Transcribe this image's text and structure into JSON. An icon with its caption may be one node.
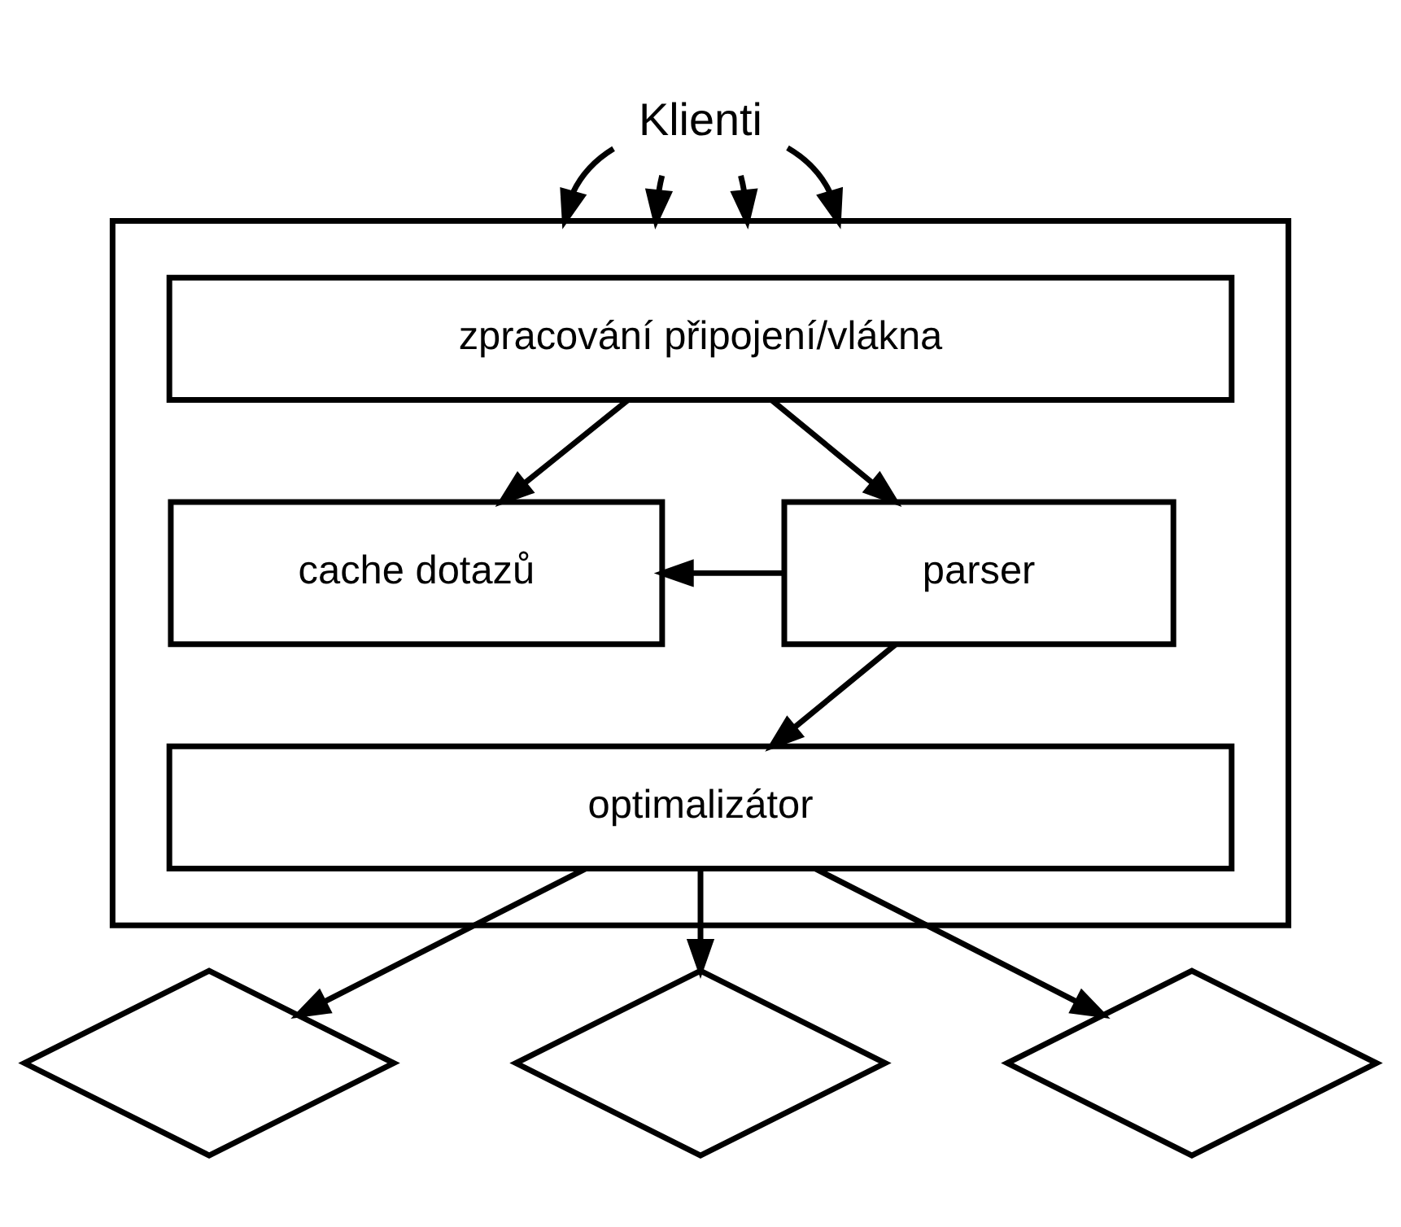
{
  "diagram": {
    "nodes": [
      {
        "text": [
          "Klienti"
        ]
      },
      {
        "text": [],
        "shape": "box"
      },
      {
        "text": [
          "zpracování připojení/vlákna"
        ],
        "in": 1
      },
      {
        "text": [
          "cache dotazů"
        ],
        "in": 1
      },
      {
        "text": [
          "parser"
        ],
        "in": 1
      },
      {
        "text": [
          "optimalizátor"
        ],
        "in": 1
      },
      {
        "text": [],
        "shape": "diamond"
      },
      {
        "text": [],
        "shape": "diamond"
      },
      {
        "text": [],
        "shape": "diamond"
      }
    ],
    "edges": [
      {
        "from": 0,
        "to": 1,
        "arrow": "to"
      },
      {
        "from": 0,
        "to": 1,
        "arrow": "to"
      },
      {
        "from": 0,
        "to": 1,
        "arrow": "to"
      },
      {
        "from": 0,
        "to": 1,
        "arrow": "to"
      },
      {
        "from": 2,
        "to": 3,
        "arrow": "to"
      },
      {
        "from": 2,
        "to": 4,
        "arrow": "to"
      },
      {
        "from": 4,
        "to": 3,
        "arrow": "to"
      },
      {
        "from": 4,
        "to": 5,
        "arrow": "to"
      },
      {
        "from": 5,
        "to": 6,
        "arrow": "to"
      },
      {
        "from": 5,
        "to": 7,
        "arrow": "to"
      },
      {
        "from": 5,
        "to": 8,
        "arrow": "to"
      }
    ]
  }
}
